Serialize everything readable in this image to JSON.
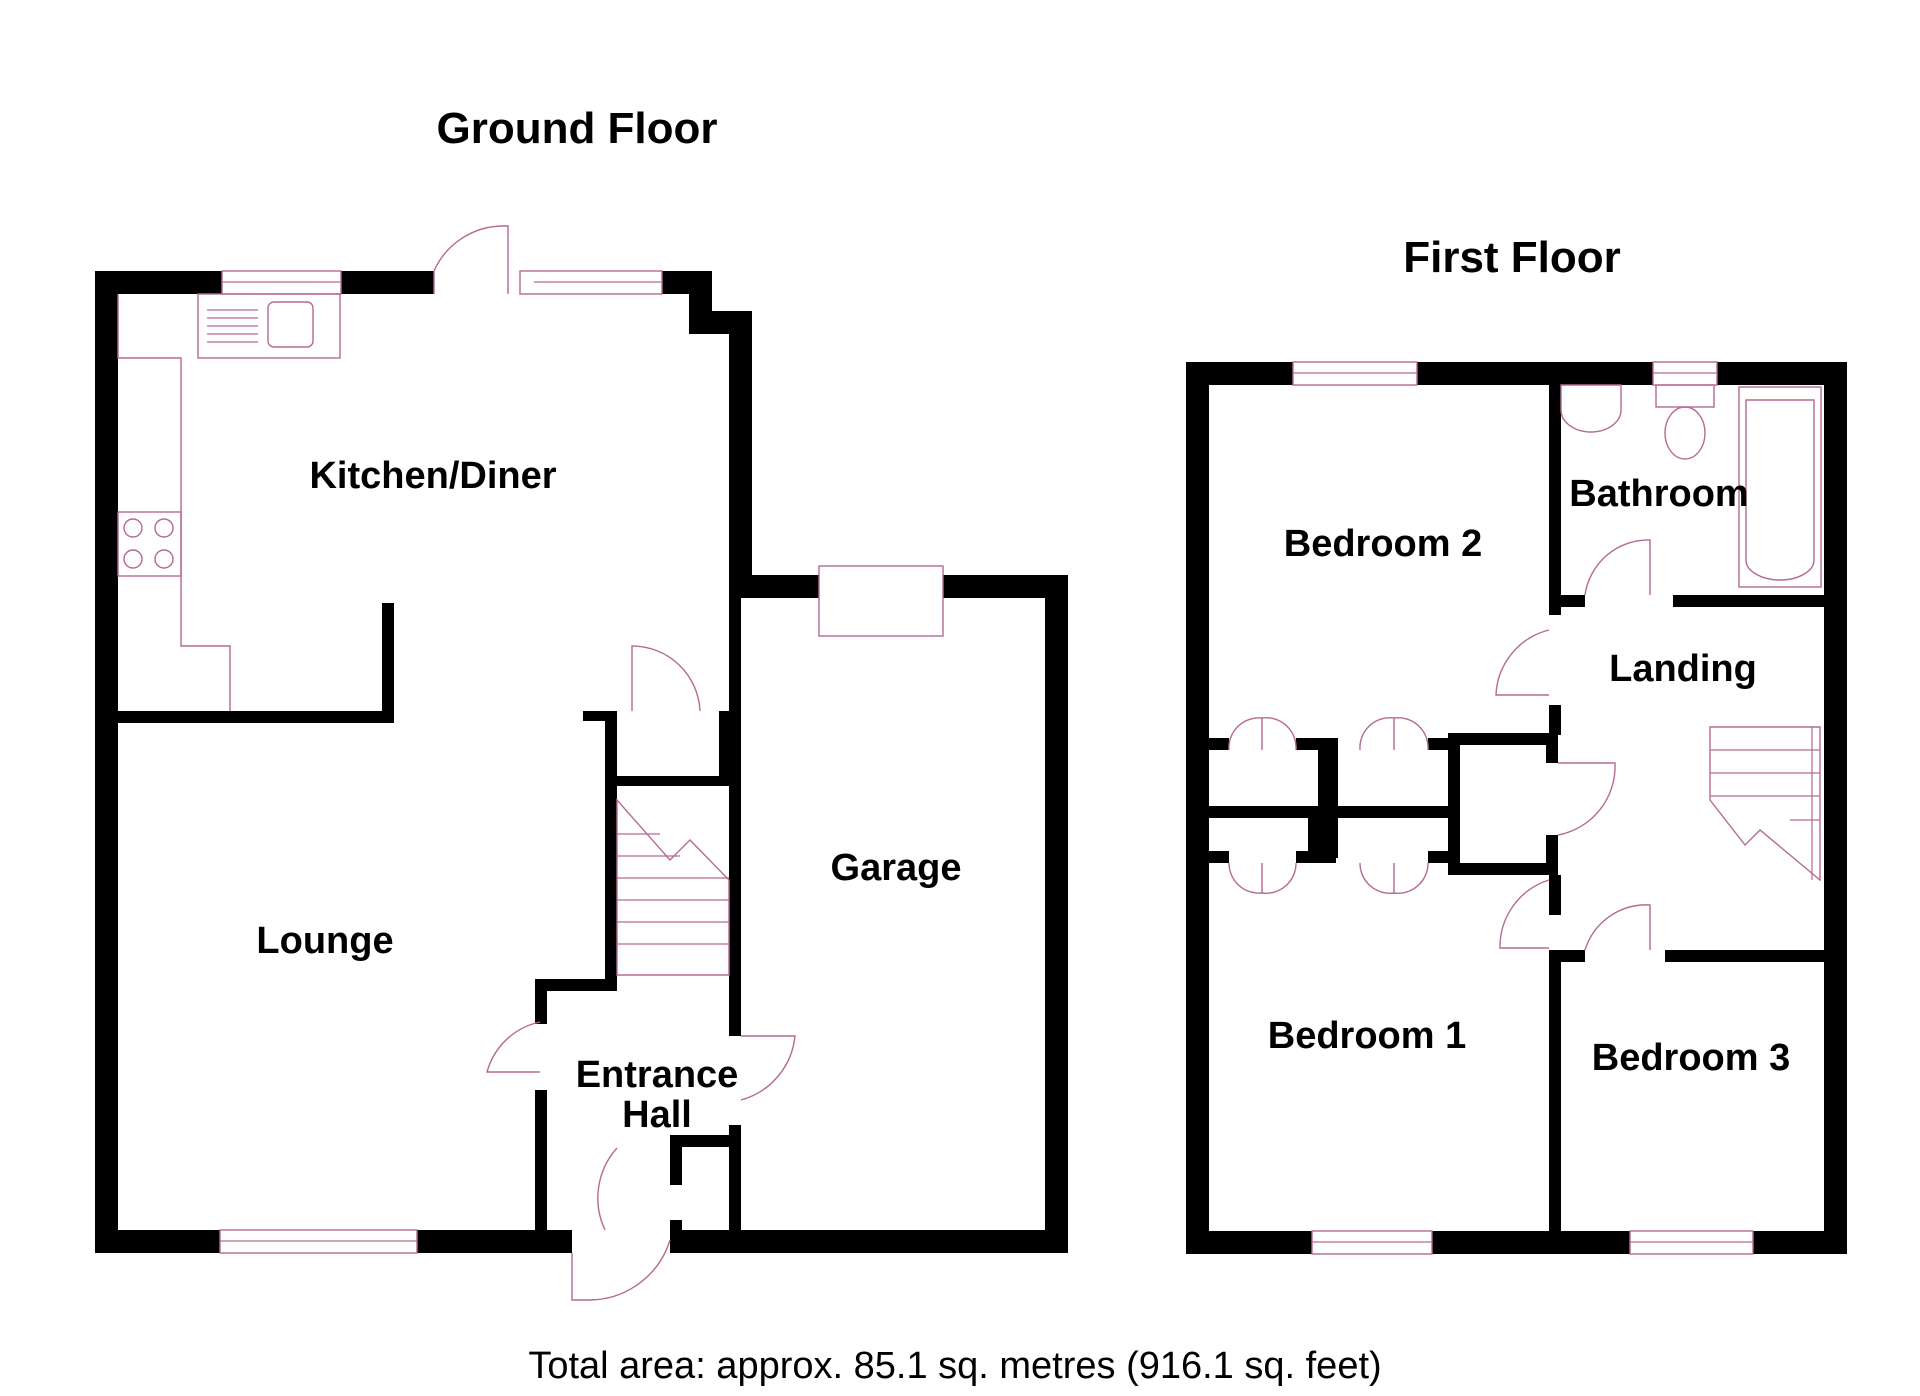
{
  "floors": {
    "ground": {
      "title": "Ground Floor",
      "rooms": {
        "kitchen_diner": "Kitchen/Diner",
        "lounge": "Lounge",
        "garage": "Garage",
        "entrance_hall_line1": "Entrance",
        "entrance_hall_line2": "Hall"
      }
    },
    "first": {
      "title": "First Floor",
      "rooms": {
        "bedroom_1": "Bedroom 1",
        "bedroom_2": "Bedroom 2",
        "bedroom_3": "Bedroom 3",
        "bathroom": "Bathroom",
        "landing": "Landing"
      }
    }
  },
  "footer": {
    "total_area": "Total area: approx. 85.1 sq. metres (916.1 sq. feet)"
  },
  "colors": {
    "walls": "#000000",
    "fixtures": "#b56a93",
    "background": "#ffffff"
  }
}
